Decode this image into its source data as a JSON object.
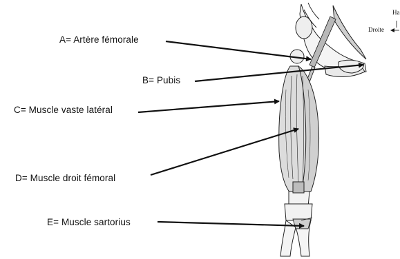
{
  "labels": {
    "a": "A= Artère fémorale",
    "b": "B= Pubis",
    "c": "C= Muscle vaste latéral",
    "d": "D= Muscle droit fémoral",
    "e": "E= Muscle sartorius"
  },
  "orientation": {
    "top": "Ha",
    "right": "Droite"
  },
  "colors": {
    "ink": "#1a1a1a",
    "muscle": "#d6d6d6",
    "bone": "#f2f2f2",
    "artery": "#b5b5b5"
  }
}
